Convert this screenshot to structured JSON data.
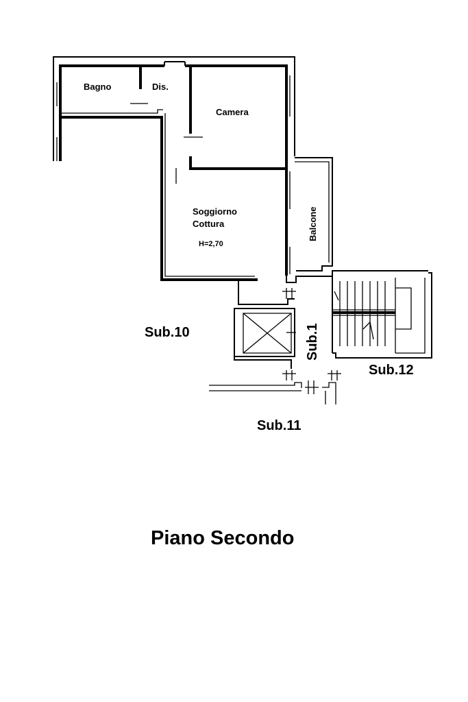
{
  "plan": {
    "rooms": {
      "bagno": "Bagno",
      "disimpegno": "Dis.",
      "camera": "Camera",
      "soggiorno": "Soggiorno",
      "cottura": "Cottura",
      "height": "H=2,70",
      "balcone": "Balcone"
    },
    "neighbors": {
      "sub10": "Sub.10",
      "sub1": "Sub.1",
      "sub12": "Sub.12",
      "sub11": "Sub.11"
    },
    "title": "Piano Secondo"
  }
}
